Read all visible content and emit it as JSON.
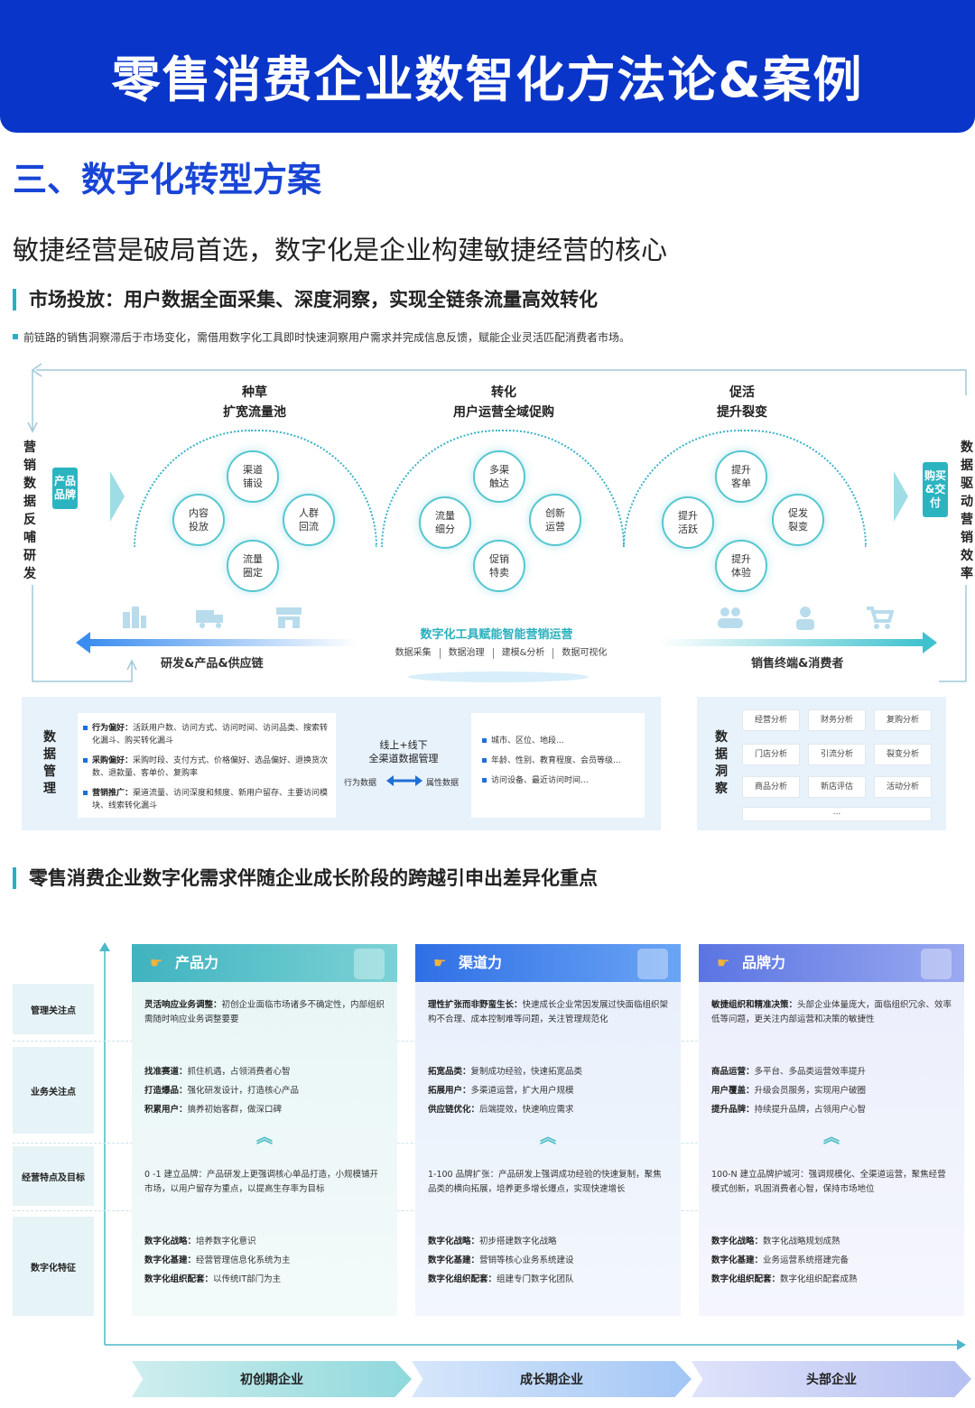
{
  "banner": {
    "title": "零售消费企业数智化方法论&案例"
  },
  "section": {
    "title": "三、数字化转型方案"
  },
  "subtitle": "敏捷经营是破局首选，数字化是企业构建敏捷经营的核心",
  "market": {
    "heading": "市场投放：用户数据全面采集、深度洞察，实现全链条流量高效转化",
    "note": "前链路的销售洞察滞后于市场变化，需借用数字化工具即时快速洞察用户需求并完成信息反馈，赋能企业灵活匹配消费者市场。"
  },
  "diagram": {
    "left_vertical": "营销数据反哺研发",
    "left_badge": "产品品牌",
    "right_vertical": "数据驱动营销效率",
    "right_badge": "购买&交付",
    "phases": [
      {
        "line1": "种草",
        "line2": "扩宽流量池",
        "items": [
          "渠道\n铺设",
          "内容\n投放",
          "人群\n回流",
          "流量\n圈定"
        ]
      },
      {
        "line1": "转化",
        "line2": "用户运营全域促购",
        "items": [
          "多渠\n触达",
          "流量\n细分",
          "创新\n运营",
          "促销\n特卖"
        ]
      },
      {
        "line1": "促活",
        "line2": "提升裂变",
        "items": [
          "提升\n客单",
          "提升\n活跃",
          "促发\n裂变",
          "提升\n体验"
        ]
      }
    ],
    "center_title": "数字化工具赋能智能营销运营",
    "tools": [
      "数据采集",
      "数据治理",
      "建模&分析",
      "数据可视化"
    ],
    "left_axis": "研发&产品&供应链",
    "right_axis": "销售终端&消费者",
    "icons": [
      "factory-icon",
      "truck-icon",
      "store-icon",
      "people-icon",
      "person-icon",
      "cart-icon"
    ]
  },
  "data_mgmt": {
    "label": "数据管理",
    "behavior": [
      {
        "title": "行为偏好：",
        "text": "活跃用户数、访问方式、访问时间、访问品类、搜索转化漏斗、购买转化漏斗"
      },
      {
        "title": "采购偏好：",
        "text": "采购时段、支付方式、价格偏好、选品偏好、退换货次数、退款量、客单价、复购率"
      },
      {
        "title": "营销推广：",
        "text": "渠道流量、访问深度和频度、新用户留存、主要访问模块、线索转化漏斗"
      }
    ],
    "middle_title": "线上+线下\n全渠道数据管理",
    "middle_left": "行为数据",
    "middle_right": "属性数据",
    "attributes": [
      "城市、区位、地段...",
      "年龄、性别、教育程度、会员等级...",
      "访问设备、最近访问时间..."
    ]
  },
  "insight": {
    "label": "数据洞察",
    "buttons": [
      "经营分析",
      "财务分析",
      "复购分析",
      "门店分析",
      "引流分析",
      "裂变分析",
      "商品分析",
      "新店评估",
      "活动分析"
    ],
    "more": "..."
  },
  "growth": {
    "heading": "零售消费企业数字化需求伴随企业成长阶段的跨越引申出差异化重点",
    "row_labels": [
      "管理关注点",
      "业务关注点",
      "经营特点及目标",
      "数字化特征"
    ],
    "columns": [
      {
        "title": "产品力",
        "color": "#4dbfc4",
        "management": [
          {
            "b": "灵活响应业务调整：",
            "t": "初创企业面临市场诸多不确定性，内部组织需随时响应业务调整要要"
          }
        ],
        "business": [
          {
            "b": "找准赛道：",
            "t": "抓住机遇，占领消费者心智"
          },
          {
            "b": "打造爆品：",
            "t": "强化研发设计，打造核心产品"
          },
          {
            "b": "积累用户：",
            "t": "搞养初始客群，做深口碑"
          }
        ],
        "target": [
          {
            "b": "",
            "t": "0 -1 建立品牌：产品研发上更强调核心单品打造，小规模铺开市场，以用户留存为重点，以提高生存率为目标"
          }
        ],
        "digital": [
          {
            "b": "数字化战略：",
            "t": "培养数字化意识"
          },
          {
            "b": "数字化基建：",
            "t": "经营管理信息化系统为主"
          },
          {
            "b": "数字化组织配套：",
            "t": "以传统IT部门为主"
          }
        ]
      },
      {
        "title": "渠道力",
        "color": "#3c7df0",
        "management": [
          {
            "b": "理性扩张而非野蛮生长：",
            "t": "快速成长企业常因发展过快面临组织架构不合理、成本控制难等问题，关注管理规范化"
          }
        ],
        "business": [
          {
            "b": "拓宽品类：",
            "t": "复制成功经验，快速拓宽品类"
          },
          {
            "b": "拓展用户：",
            "t": "多渠道运营，扩大用户规模"
          },
          {
            "b": "供应链优化：",
            "t": "后端提效，快速响应需求"
          }
        ],
        "target": [
          {
            "b": "",
            "t": "1-100 品牌扩张：产品研发上强调成功经验的快速复制，聚焦品类的横向拓展，培养更多增长爆点，实现快速增长"
          }
        ],
        "digital": [
          {
            "b": "数字化战略：",
            "t": "初步搭建数字化战略"
          },
          {
            "b": "数字化基建：",
            "t": "营销等核心业务系统建设"
          },
          {
            "b": "数字化组织配套：",
            "t": "组建专门数字化团队"
          }
        ]
      },
      {
        "title": "品牌力",
        "color": "#6e84e8",
        "management": [
          {
            "b": "敏捷组织和精准决策：",
            "t": "头部企业体量庞大，面临组织冗余、效率低等问题，更关注内部运营和决策的敏捷性"
          }
        ],
        "business": [
          {
            "b": "商品运营：",
            "t": "多平台、多品类运营效率提升"
          },
          {
            "b": "用户覆盖：",
            "t": "升级会员服务，实现用户破圈"
          },
          {
            "b": "提升品牌：",
            "t": "持续提升品牌，占领用户心智"
          }
        ],
        "target": [
          {
            "b": "",
            "t": "100-N 建立品牌护城河：强调规模化、全渠道运营，聚焦经营模式创新，巩固消费者心智，保持市场地位"
          }
        ],
        "digital": [
          {
            "b": "数字化战略：",
            "t": "数字化战略规划成熟"
          },
          {
            "b": "数字化基建：",
            "t": "业务运营系统搭建完备"
          },
          {
            "b": "数字化组织配套：",
            "t": "数字化组织配套成熟"
          }
        ]
      }
    ],
    "stages": [
      "初创期企业",
      "成长期企业",
      "头部企业"
    ],
    "hand_icon": "pointing-hand-icon",
    "cube_icon": "cube-icon"
  }
}
